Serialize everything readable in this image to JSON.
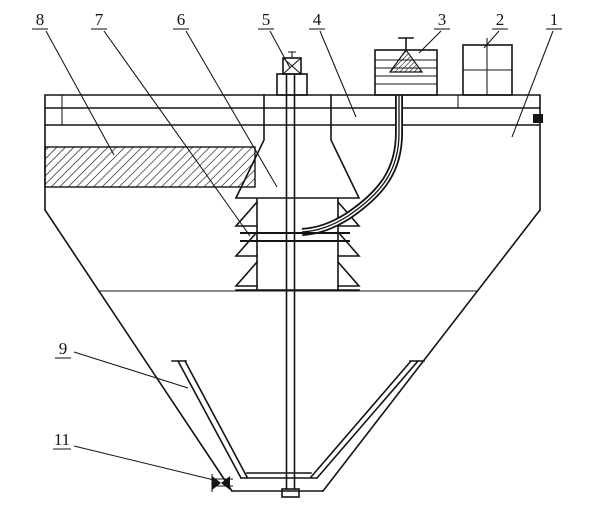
{
  "colors": {
    "line": "#141414",
    "background": "#ffffff"
  },
  "callouts": [
    {
      "id": "callout-8",
      "label": "8"
    },
    {
      "id": "callout-7",
      "label": "7"
    },
    {
      "id": "callout-6",
      "label": "6"
    },
    {
      "id": "callout-5",
      "label": "5"
    },
    {
      "id": "callout-4",
      "label": "4"
    },
    {
      "id": "callout-3",
      "label": "3"
    },
    {
      "id": "callout-2",
      "label": "2"
    },
    {
      "id": "callout-1",
      "label": "1"
    },
    {
      "id": "callout-9",
      "label": "9"
    },
    {
      "id": "callout-11",
      "label": "11"
    }
  ]
}
